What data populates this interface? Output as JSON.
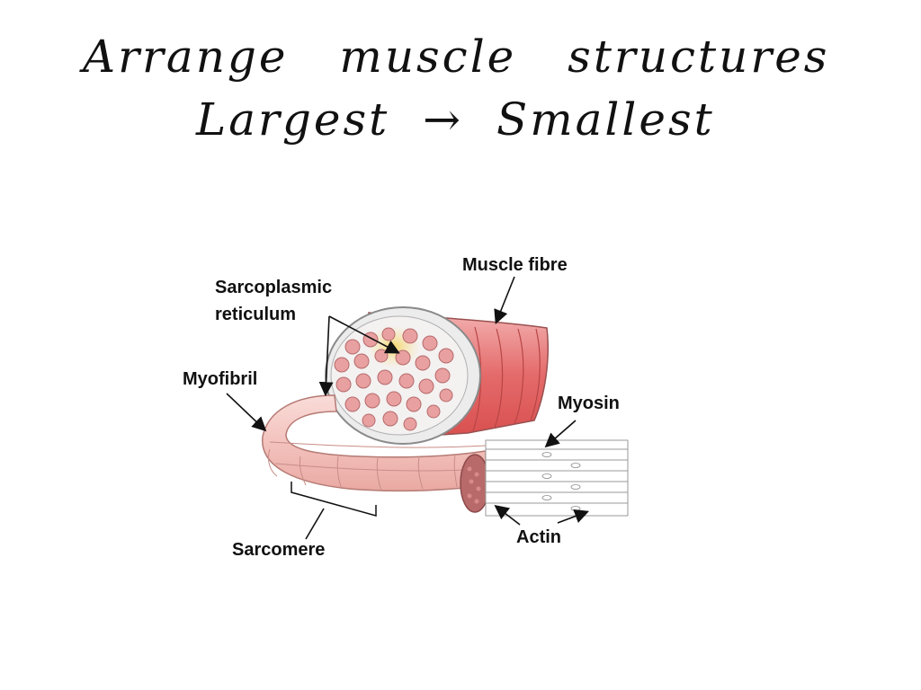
{
  "handwritten": {
    "line1": "Arrange muscle structures",
    "line2": "Largest → Smallest"
  },
  "labels": {
    "sarcoplasmic_reticulum_line1": "Sarcoplasmic",
    "sarcoplasmic_reticulum_line2": "reticulum",
    "muscle_fibre": "Muscle fibre",
    "myofibril": "Myofibril",
    "myosin": "Myosin",
    "sarcomere": "Sarcomere",
    "actin": "Actin"
  },
  "colors": {
    "fibre_red": "#e05a5a",
    "fibre_light": "#f2a8a8",
    "myofibril_pink": "#f5c9c4",
    "sr_yellow": "#f5dc7a",
    "outline": "#8a8a8a"
  }
}
